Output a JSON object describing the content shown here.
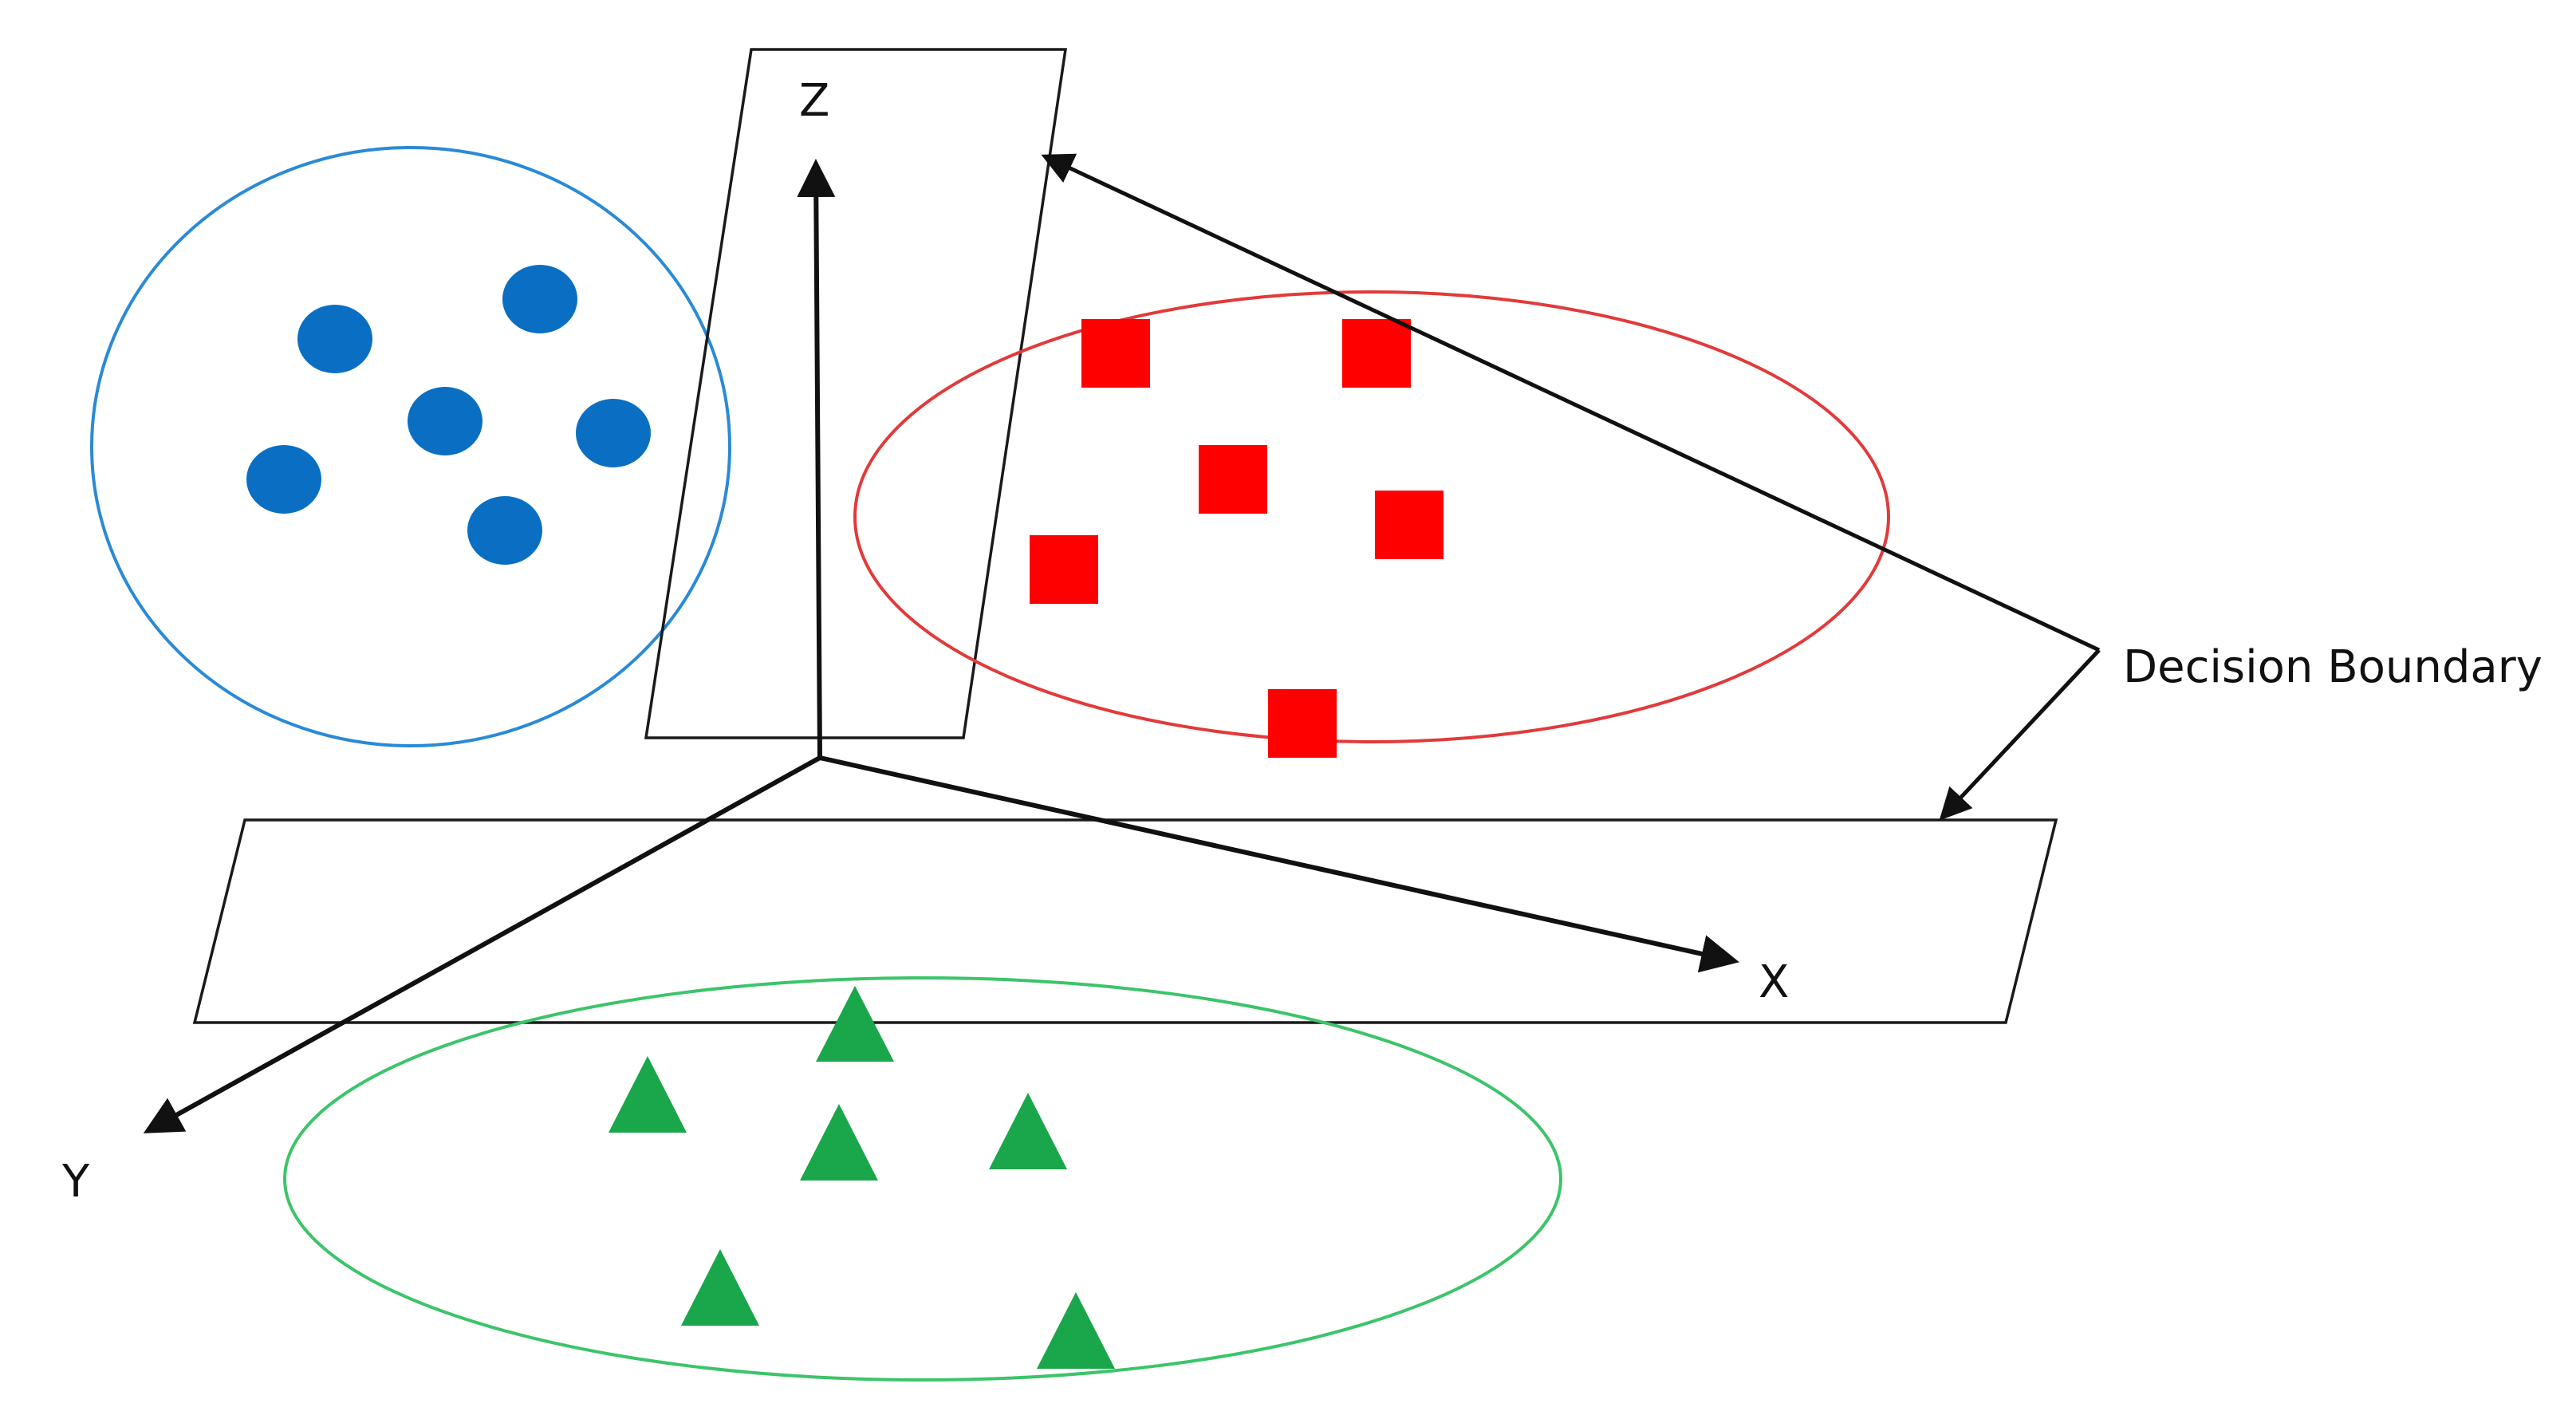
{
  "axes": {
    "x_label": "X",
    "y_label": "Y",
    "z_label": "Z"
  },
  "annotation": {
    "text": "Decision Boundary"
  },
  "clusters": [
    {
      "name": "circle-cluster",
      "shape": "circle",
      "color": "#0a6fc2",
      "outline_color": "#2a8ad6",
      "count": 6
    },
    {
      "name": "square-cluster",
      "shape": "square",
      "color": "#ff0000",
      "outline_color": "#e23a3a",
      "count": 6
    },
    {
      "name": "triangle-cluster",
      "shape": "triangle",
      "color": "#1aa64a",
      "outline_color": "#3cc46a",
      "count": 6
    }
  ],
  "decision_boundaries": 2
}
